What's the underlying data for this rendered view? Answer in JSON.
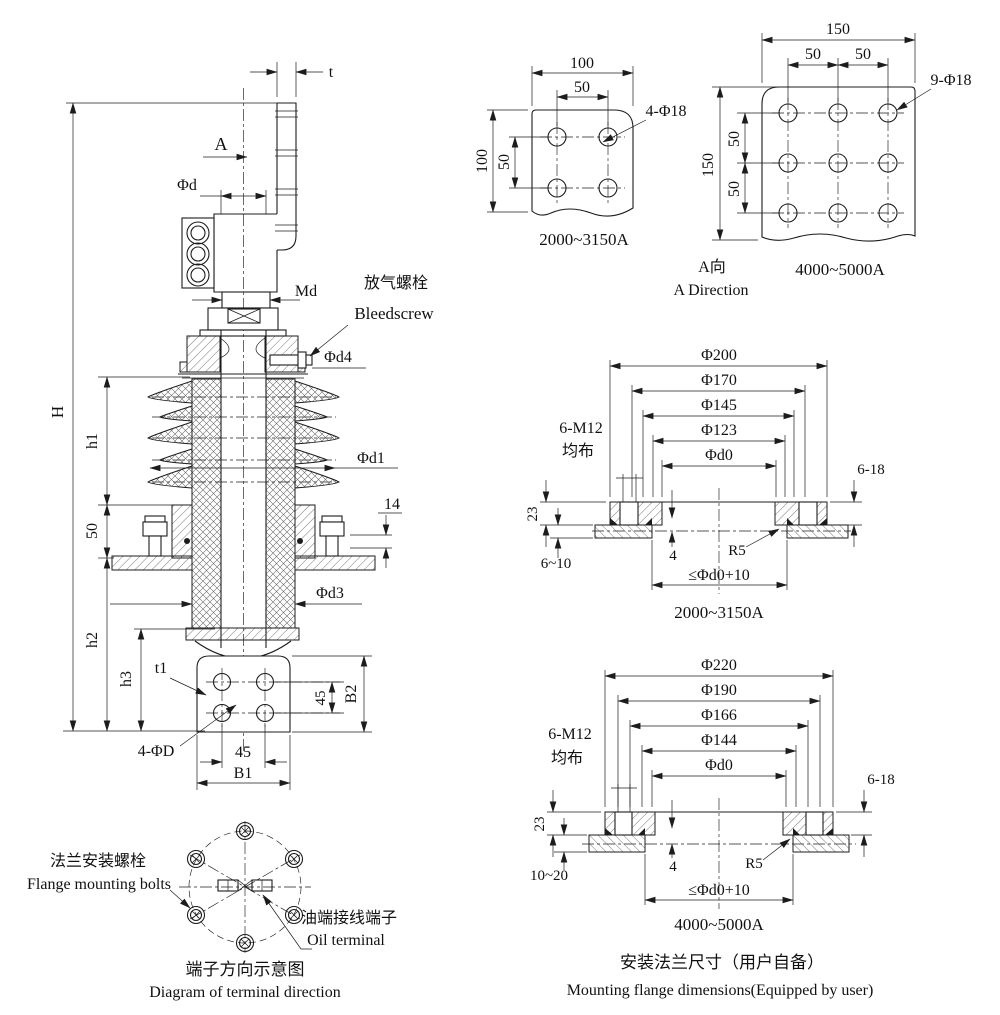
{
  "colors": {
    "line": "#1c1c1c",
    "background": "#ffffff"
  },
  "main_view": {
    "dim_t": "t",
    "view_arrow": "A",
    "dim_phi_d": "Φd",
    "dim_md": "Md",
    "bleed_cn": "放气螺栓",
    "bleed_en": "Bleedscrew",
    "dim_phi_d4": "Φd4",
    "dim_phi_d1": "Φd1",
    "dim_14": "14",
    "dim_H": "H",
    "dim_h1": "h1",
    "dim_50": "50",
    "dim_h2": "h2",
    "dim_h3": "h3",
    "dim_phi_d3": "Φd3",
    "dim_t1": "t1",
    "dim_holes": "4-ΦD",
    "dim_45_h": "45",
    "dim_B1": "B1",
    "dim_45_v": "45",
    "dim_B2": "B2"
  },
  "a_view": {
    "label_cn": "A向",
    "label_en": "A Direction",
    "small_plate": {
      "dim_width": "100",
      "dim_width_inner": "50",
      "dim_height": "100",
      "dim_height_inner": "50",
      "holes_label": "4-Φ18",
      "caption": "2000~3150A"
    },
    "large_plate": {
      "dim_width": "150",
      "dim_w50a": "50",
      "dim_w50b": "50",
      "dim_height": "150",
      "dim_h50a": "50",
      "dim_h50b": "50",
      "holes_label": "9-Φ18",
      "caption": "4000~5000A"
    }
  },
  "flange_small": {
    "diameters": [
      "Φ200",
      "Φ170",
      "Φ145",
      "Φ123",
      "Φd0"
    ],
    "bolt_note_1": "6-M12",
    "bolt_note_2": "均布",
    "dim_6_18": "6-18",
    "dim_23": "23",
    "dim_6_10": "6~10",
    "dim_4": "4",
    "dim_r5": "R5",
    "dim_hole": "≤Φd0+10",
    "caption": "2000~3150A"
  },
  "flange_large": {
    "diameters": [
      "Φ220",
      "Φ190",
      "Φ166",
      "Φ144",
      "Φd0"
    ],
    "bolt_note_1": "6-M12",
    "bolt_note_2": "均布",
    "dim_6_18": "6-18",
    "dim_23": "23",
    "dim_10_20": "10~20",
    "dim_4": "4",
    "dim_r5": "R5",
    "dim_hole": "≤Φd0+10",
    "caption": "4000~5000A"
  },
  "terminal_diagram": {
    "bolts_cn": "法兰安装螺栓",
    "bolts_en": "Flange mounting bolts",
    "oil_cn": "油端接线端子",
    "oil_en": "Oil terminal",
    "caption_cn": "端子方向示意图",
    "caption_en": "Diagram of terminal direction"
  },
  "footer": {
    "title_cn": "安装法兰尺寸（用户自备）",
    "title_en": "Mounting flange dimensions(Equipped by user)"
  }
}
